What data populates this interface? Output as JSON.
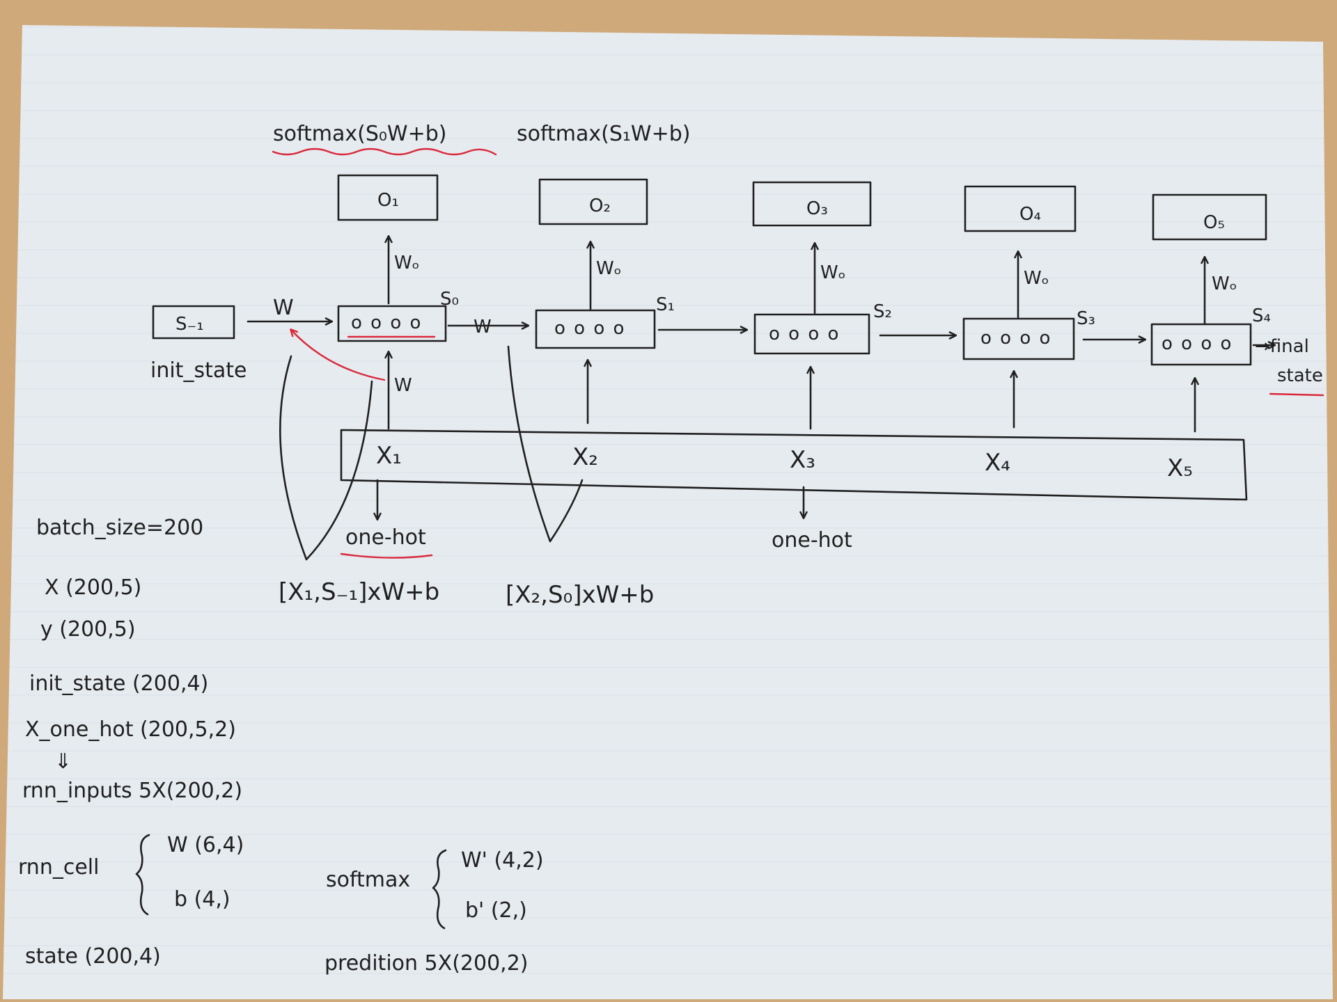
{
  "top_labels": {
    "softmax_0": "softmax(S₀W+b)",
    "softmax_1": "softmax(S₁W+b)"
  },
  "outputs": [
    "O₁",
    "O₂",
    "O₃",
    "O₄",
    "O₅"
  ],
  "output_weights": [
    "Wₒ",
    "Wₒ",
    "Wₒ",
    "Wₒ",
    "Wₒ"
  ],
  "cell_units": [
    "o o o o",
    "o o o o",
    "o o o o",
    "o o o o",
    "o o o o"
  ],
  "states": [
    "S₀",
    "S₁",
    "S₂",
    "S₃",
    "S₄"
  ],
  "init": {
    "box": "S₋₁",
    "label": "init_state",
    "weight": "W"
  },
  "recurrent_weight": "W",
  "input_weight": "W",
  "inputs": [
    "X₁",
    "X₂",
    "X₃",
    "X₄",
    "X₅"
  ],
  "one_hot": [
    "one-hot",
    "one-hot"
  ],
  "final_state": [
    "→final",
    "state"
  ],
  "formulas": [
    "[X₁,S₋₁]xW+b",
    "[X₂,S₀]xW+b"
  ],
  "notes": {
    "batch": "batch_size=200",
    "x": "X (200,5)",
    "y": "y (200,5)",
    "init_state": "init_state (200,4)",
    "x_one_hot": "X_one_hot (200,5,2)",
    "down_arrow": "⇓",
    "rnn_inputs": "rnn_inputs 5X(200,2)",
    "rnn_cell": "rnn_cell",
    "rnn_cell_w": "W (6,4)",
    "rnn_cell_b": "b (4,)",
    "state": "state (200,4)",
    "softmax": "softmax",
    "softmax_w": "W' (4,2)",
    "softmax_b": "b' (2,)",
    "prediction": "predition 5X(200,2)"
  }
}
